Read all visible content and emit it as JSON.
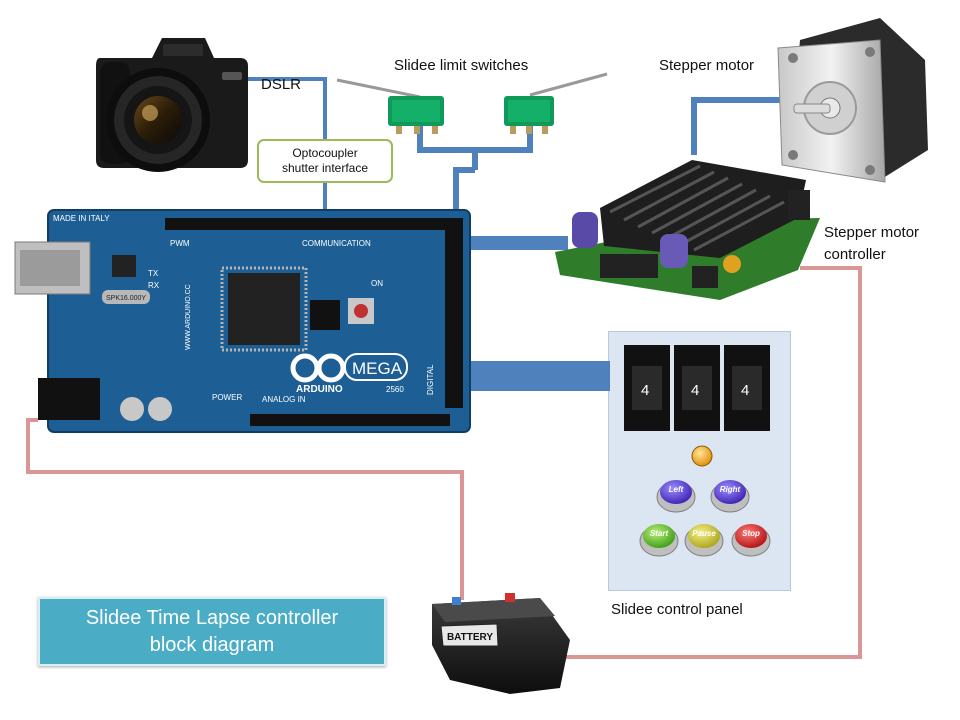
{
  "labels": {
    "dslr": "DSLR",
    "limit_switches": "Slidee limit switches",
    "stepper_motor": "Stepper motor",
    "stepper_controller_line1": "Stepper motor",
    "stepper_controller_line2": "controller",
    "optocoupler_line1": "Optocoupler",
    "optocoupler_line2": "shutter interface",
    "control_panel": "Slidee control panel"
  },
  "title": {
    "line1": "Slidee Time Lapse controller",
    "line2": "block diagram"
  },
  "board": {
    "made_in": "MADE IN ITALY",
    "brand": "ARDUINO",
    "model": "MEGA",
    "model_number": "2560",
    "website": "WWW.ARDUINO.CC",
    "header_pwm": "PWM",
    "header_communication": "COMMUNICATION",
    "header_power": "POWER",
    "header_analog": "ANALOG IN",
    "header_digital": "DIGITAL",
    "crystal": "SPK16.000Y",
    "tx": "TX",
    "rx": "RX",
    "on": "ON"
  },
  "panel": {
    "dial_values": [
      "4",
      "4",
      "4"
    ],
    "buttons": {
      "left": "Left",
      "right": "Right",
      "start": "Start",
      "pause": "Pause",
      "stop": "Stop"
    }
  },
  "battery_label": "BATTERY",
  "colors": {
    "signal_wire": "#4f81bd",
    "power_wire": "#d99694",
    "opto_border": "#9bbb59",
    "title_bg": "#4bacc6",
    "panel_bg": "#dce6f2",
    "board_blue": "#1d5f95"
  }
}
